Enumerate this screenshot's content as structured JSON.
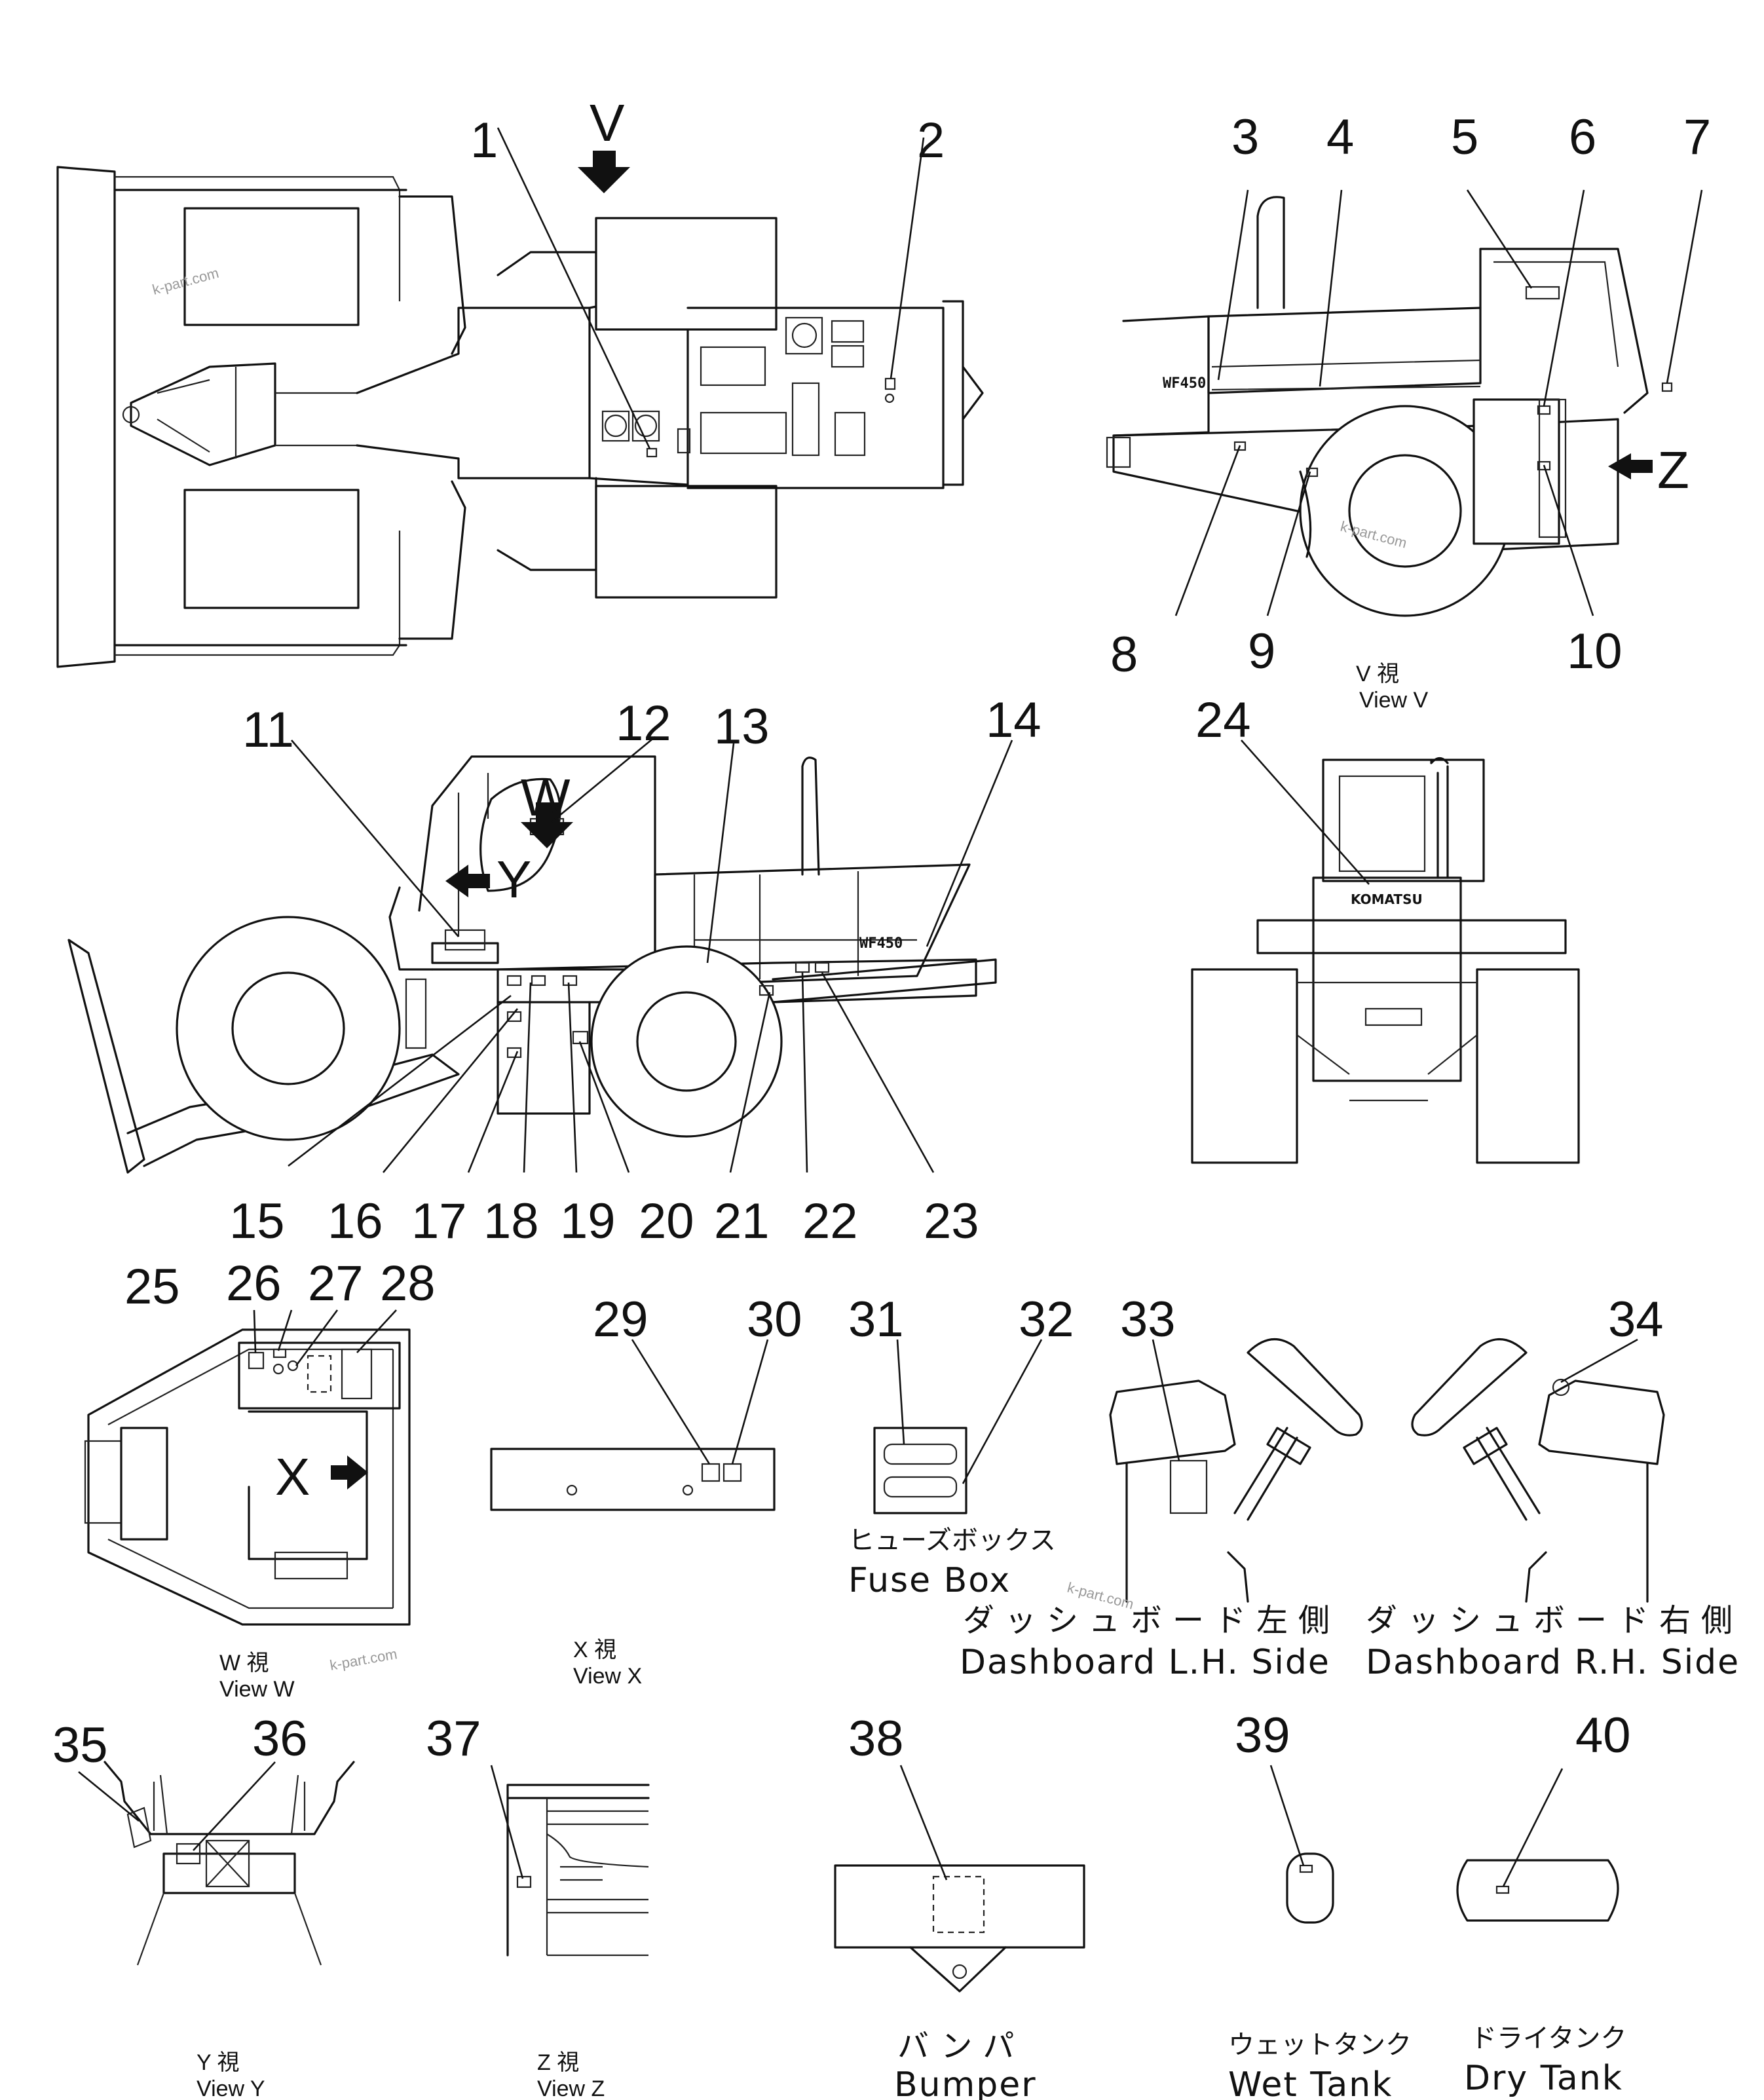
{
  "figure": {
    "callouts": [
      "1",
      "2",
      "3",
      "4",
      "5",
      "6",
      "7",
      "8",
      "9",
      "10",
      "11",
      "12",
      "13",
      "14",
      "15",
      "16",
      "17",
      "18",
      "19",
      "20",
      "21",
      "22",
      "23",
      "24",
      "25",
      "26",
      "27",
      "28",
      "29",
      "30",
      "31",
      "32",
      "33",
      "34",
      "35",
      "36",
      "37",
      "38",
      "39",
      "40"
    ],
    "view_arrows": {
      "v": "V",
      "z": "Z",
      "w": "W",
      "y": "Y",
      "x": "X"
    },
    "view_captions": {
      "v": {
        "mark": "V 視",
        "label": "View V"
      },
      "w": {
        "mark": "W 視",
        "label": "View W"
      },
      "x": {
        "mark": "X 視",
        "label": "View X"
      },
      "y": {
        "mark": "Y 視",
        "label": "View Y"
      },
      "z": {
        "mark": "Z 視",
        "label": "View Z"
      }
    },
    "labels": {
      "fuse_box_jp": "ヒューズボックス",
      "fuse_box_en": "Fuse Box",
      "dash_lh_jp": "ダッシュボード左側",
      "dash_lh_en": "Dashboard L.H. Side",
      "dash_rh_jp": "ダッシュボード右側",
      "dash_rh_en": "Dashboard R.H. Side",
      "bumper_jp": "バンパ",
      "bumper_en": "Bumper",
      "wet_tank_jp": "ウェットタンク",
      "wet_tank_en": "Wet Tank",
      "dry_tank_jp": "ドライタンク",
      "dry_tank_en": "Dry Tank"
    },
    "decals": {
      "model": "WF450",
      "brand": "KOMATSU"
    },
    "watermark": "k-part.com"
  }
}
